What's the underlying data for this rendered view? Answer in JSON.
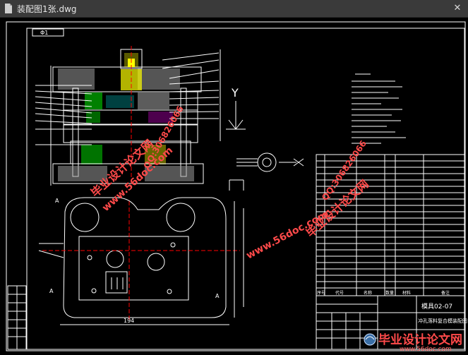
{
  "window": {
    "title": "装配图1张.dwg",
    "close_symbol": "✕"
  },
  "drawing": {
    "sheet_mark": "Φ1",
    "axis_label": "Y",
    "width_dimension": "194",
    "part_number": "模具02-07",
    "drawing_name": "冲孔落料复合模装配图",
    "bom_headers": {
      "index": "序号",
      "code": "代号",
      "name": "名称",
      "qty": "数量",
      "material": "材料",
      "remark": "备注"
    },
    "section_marks": [
      "A",
      "A",
      "A"
    ]
  },
  "watermarks": {
    "brand": "毕业设计论文网",
    "site": "www.56doc.com",
    "qq": "QQ:306826066",
    "corner_site": "www.56doc.com"
  },
  "colors": {
    "line": "#ffffff",
    "accent": "#00ffff",
    "watermark": "#ff4a4a",
    "hatch": "#a0a0a0",
    "center": "#ff0000"
  }
}
